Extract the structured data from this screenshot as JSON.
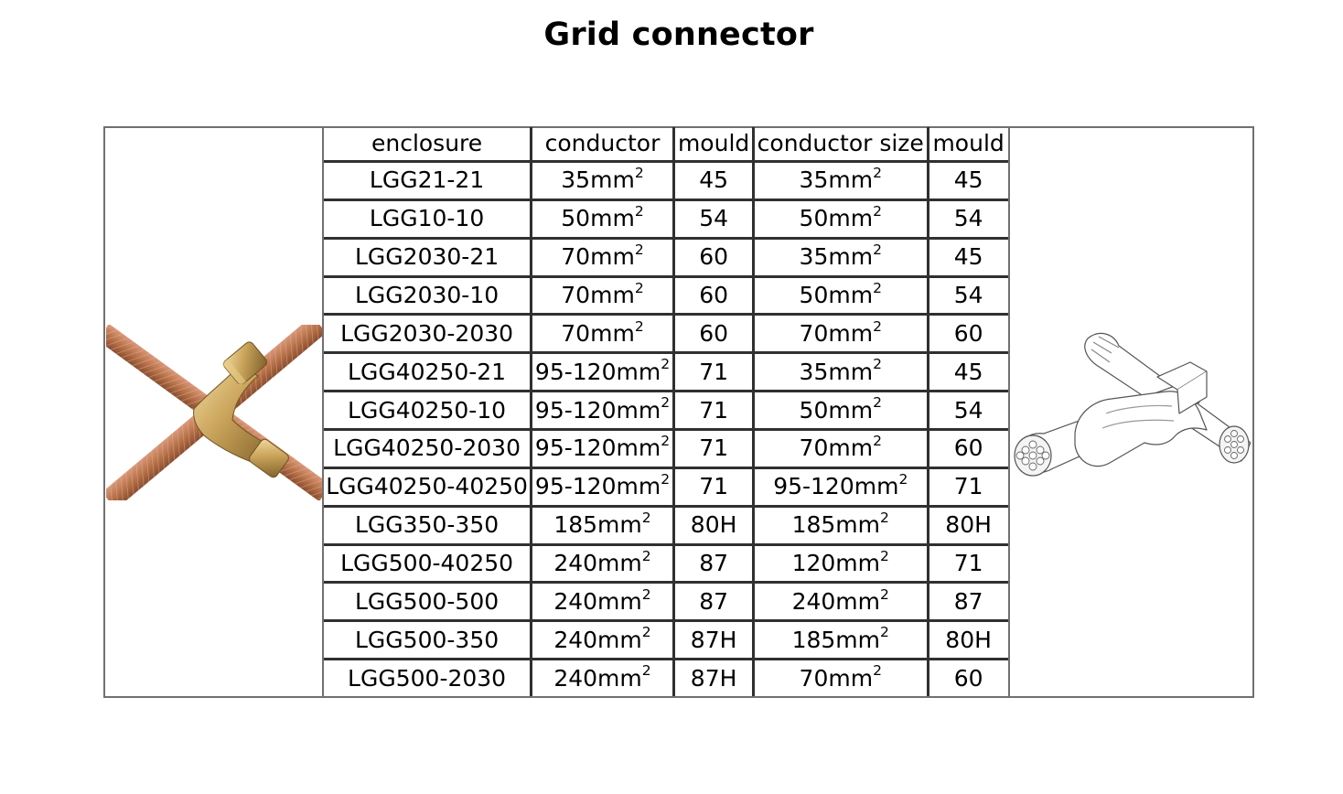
{
  "title": "Grid connector",
  "table": {
    "headers": [
      "enclosure",
      "conductor",
      "mould",
      "conductor size",
      "mould"
    ],
    "rows": [
      {
        "enclosure": "LGG21-21",
        "conductor": "35mm",
        "conductor_exp": "2",
        "mould": "45",
        "conductor_size": "35mm",
        "conductor_size_exp": "2",
        "mould2": "45"
      },
      {
        "enclosure": "LGG10-10",
        "conductor": "50mm",
        "conductor_exp": "2",
        "mould": "54",
        "conductor_size": "50mm",
        "conductor_size_exp": "2",
        "mould2": "54"
      },
      {
        "enclosure": "LGG2030-21",
        "conductor": "70mm",
        "conductor_exp": "2",
        "mould": "60",
        "conductor_size": "35mm",
        "conductor_size_exp": "2",
        "mould2": "45"
      },
      {
        "enclosure": "LGG2030-10",
        "conductor": "70mm",
        "conductor_exp": "2",
        "mould": "60",
        "conductor_size": "50mm",
        "conductor_size_exp": "2",
        "mould2": "54"
      },
      {
        "enclosure": "LGG2030-2030",
        "conductor": "70mm",
        "conductor_exp": "2",
        "mould": "60",
        "conductor_size": "70mm",
        "conductor_size_exp": "2",
        "mould2": "60"
      },
      {
        "enclosure": "LGG40250-21",
        "conductor": "95-120mm",
        "conductor_exp": "2",
        "mould": "71",
        "conductor_size": "35mm",
        "conductor_size_exp": "2",
        "mould2": "45"
      },
      {
        "enclosure": "LGG40250-10",
        "conductor": "95-120mm",
        "conductor_exp": "2",
        "mould": "71",
        "conductor_size": "50mm",
        "conductor_size_exp": "2",
        "mould2": "54"
      },
      {
        "enclosure": "LGG40250-2030",
        "conductor": "95-120mm",
        "conductor_exp": "2",
        "mould": "71",
        "conductor_size": "70mm",
        "conductor_size_exp": "2",
        "mould2": "60"
      },
      {
        "enclosure": "LGG40250-40250",
        "conductor": "95-120mm",
        "conductor_exp": "2",
        "mould": "71",
        "conductor_size": "95-120mm",
        "conductor_size_exp": "2",
        "mould2": "71"
      },
      {
        "enclosure": "LGG350-350",
        "conductor": "185mm",
        "conductor_exp": "2",
        "mould": "80H",
        "conductor_size": "185mm",
        "conductor_size_exp": "2",
        "mould2": "80H"
      },
      {
        "enclosure": "LGG500-40250",
        "conductor": "240mm",
        "conductor_exp": "2",
        "mould": "87",
        "conductor_size": "120mm",
        "conductor_size_exp": "2",
        "mould2": "71"
      },
      {
        "enclosure": "LGG500-500",
        "conductor": "240mm",
        "conductor_exp": "2",
        "mould": "87",
        "conductor_size": "240mm",
        "conductor_size_exp": "2",
        "mould2": "87"
      },
      {
        "enclosure": "LGG500-350",
        "conductor": "240mm",
        "conductor_exp": "2",
        "mould": "87H",
        "conductor_size": "185mm",
        "conductor_size_exp": "2",
        "mould2": "80H"
      },
      {
        "enclosure": "LGG500-2030",
        "conductor": "240mm",
        "conductor_exp": "2",
        "mould": "87H",
        "conductor_size": "70mm",
        "conductor_size_exp": "2",
        "mould2": "60"
      }
    ]
  },
  "colors": {
    "copper": "#b8734a",
    "brass": "#c9a35a",
    "grid_line": "#303030",
    "frame_line": "#707070"
  }
}
